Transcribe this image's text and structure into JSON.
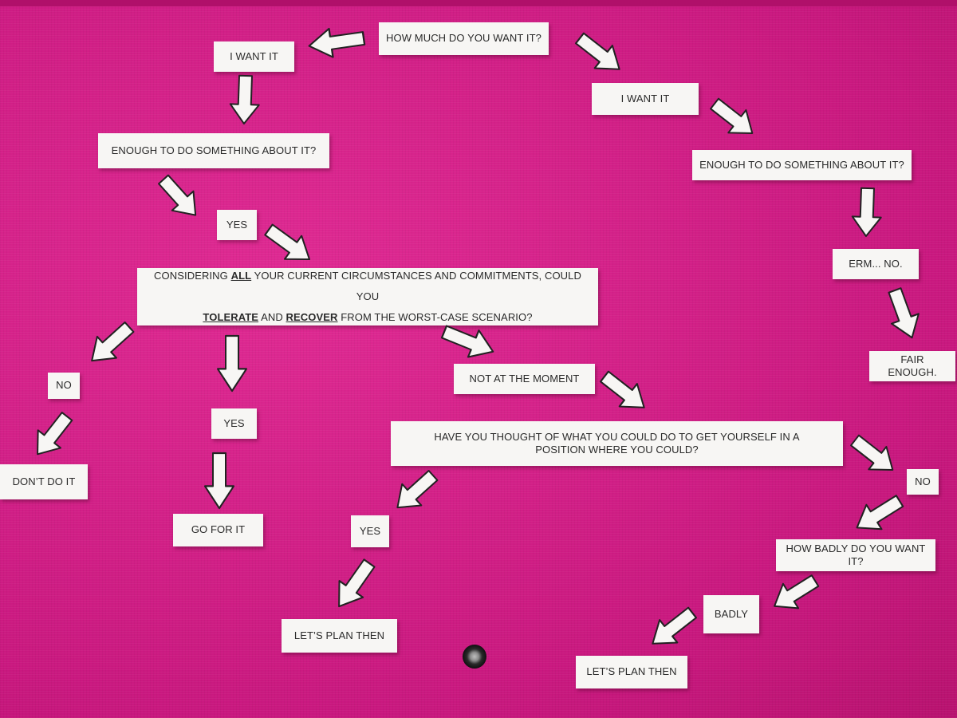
{
  "accent_color": "#d21c86",
  "card_color": "#f7f6f4",
  "nodes": {
    "start": "HOW MUCH DO YOU WANT IT?",
    "want_left": "I WANT IT",
    "want_right": "I WANT IT",
    "enough_left": "ENOUGH TO DO SOMETHING ABOUT IT?",
    "enough_right": "ENOUGH TO DO SOMETHING ABOUT IT?",
    "yes_top": "YES",
    "erm_no": "ERM... NO.",
    "fair_enough": "FAIR ENOUGH.",
    "considering": {
      "part1": "CONSIDERING ",
      "all": "ALL",
      "part2": " YOUR CURRENT CIRCUMSTANCES AND COMMITMENTS, COULD YOU",
      "tolerate": "TOLERATE",
      "and": " AND ",
      "recover": "RECOVER",
      "part3": " FROM THE WORST-CASE SCENARIO?"
    },
    "no_left": "NO",
    "dont_do_it": "DON’T DO IT",
    "yes_mid": "YES",
    "go_for_it": "GO FOR IT",
    "not_at_moment": "NOT AT THE MOMENT",
    "have_you_thought": "HAVE YOU THOUGHT OF WHAT YOU COULD DO TO GET YOURSELF IN A POSITION WHERE YOU COULD?",
    "yes_bottom": "YES",
    "lets_plan_left": "LET’S PLAN THEN",
    "no_right": "NO",
    "how_badly": "HOW BADLY DO YOU WANT IT?",
    "badly": "BADLY",
    "lets_plan_right": "LET’S PLAN THEN"
  }
}
